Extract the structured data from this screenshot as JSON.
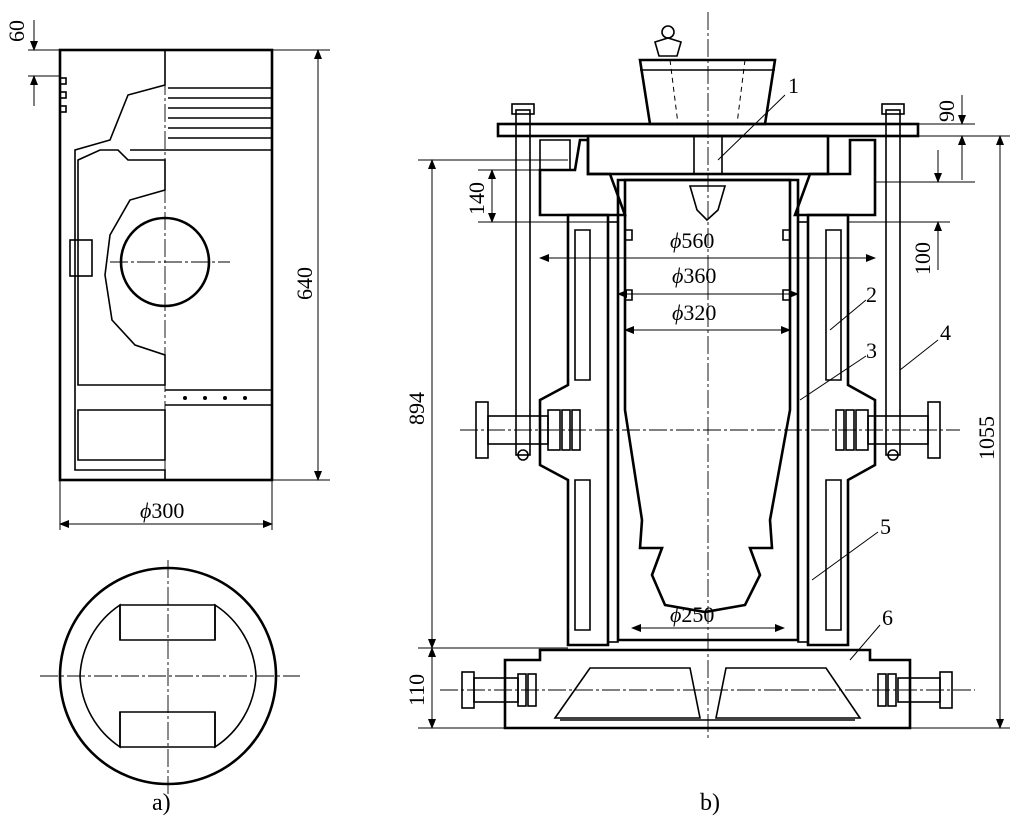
{
  "left_view": {
    "dims": {
      "top_ring": "60",
      "height": "640",
      "diameter": "300"
    },
    "caption": "a)"
  },
  "right_view": {
    "dims": {
      "d1": "560",
      "d2": "360",
      "d3": "320",
      "d4": "250",
      "h140": "140",
      "h90": "90",
      "h100": "100",
      "h894": "894",
      "h1055": "1055",
      "h110": "110"
    },
    "labels": [
      "1",
      "2",
      "3",
      "4",
      "5",
      "6"
    ],
    "diameter_symbol": "ϕ",
    "caption": "b)"
  }
}
